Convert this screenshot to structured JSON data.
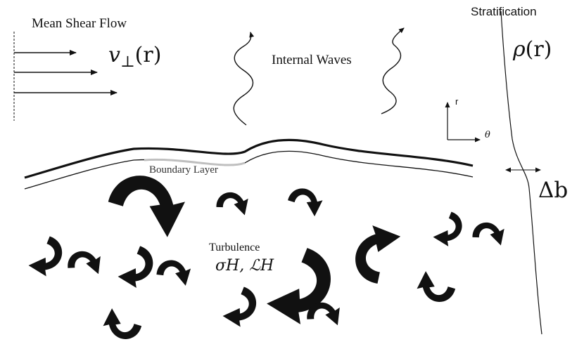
{
  "labels": {
    "mean_shear_flow": "Mean Shear Flow",
    "velocity_symbol": "v",
    "velocity_subscript": "⊥",
    "velocity_argument": "(r)",
    "internal_waves": "Internal Waves",
    "stratification": "Stratification",
    "density_symbol": "ρ",
    "density_argument": "(r)",
    "axis_r": "r",
    "axis_theta": "θ",
    "boundary_layer": "Boundary Layer",
    "delta_b": "Δb",
    "turbulence": "Turbulence",
    "turbulence_params": "σH, ℒH"
  },
  "colors": {
    "ink": "#111111",
    "boundary_highlight": "#bfbfbf"
  },
  "icons": [
    "flow-arrow-icon",
    "wave-arrow-icon",
    "axis-arrow-icon",
    "eddy-arrow-icon",
    "double-arrow-icon"
  ]
}
